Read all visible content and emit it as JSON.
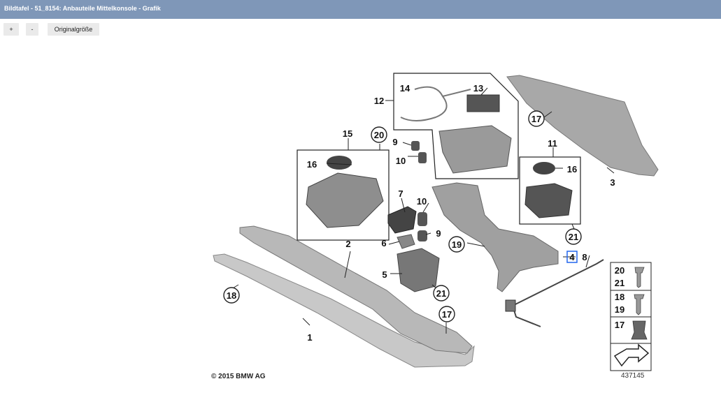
{
  "window": {
    "title": "Bildtafel - 51_8154: Anbauteile Mittelkonsole - Grafik"
  },
  "toolbar": {
    "zoom_in_label": "+",
    "zoom_out_label": "-",
    "original_size_label": "Originalgröße"
  },
  "diagram": {
    "copyright": "© 2015 BMW AG",
    "image_number": "437145",
    "labels": {
      "p1": "1",
      "p2": "2",
      "p3": "3",
      "p4": "4",
      "p5": "5",
      "p6": "6",
      "p7": "7",
      "p8": "8",
      "p9a": "9",
      "p9b": "9",
      "p10a": "10",
      "p10b": "10",
      "p11": "11",
      "p12": "12",
      "p13": "13",
      "p14": "14",
      "p15": "15",
      "p16a": "16",
      "p16b": "16",
      "p17a": "17",
      "p17b": "17",
      "p18": "18",
      "p19": "19",
      "p20": "20",
      "p21a": "21",
      "p21b": "21"
    },
    "legend": [
      {
        "top": "20",
        "bottom": "21"
      },
      {
        "top": "18",
        "bottom": "19"
      },
      {
        "top": "17",
        "bottom": ""
      }
    ]
  }
}
